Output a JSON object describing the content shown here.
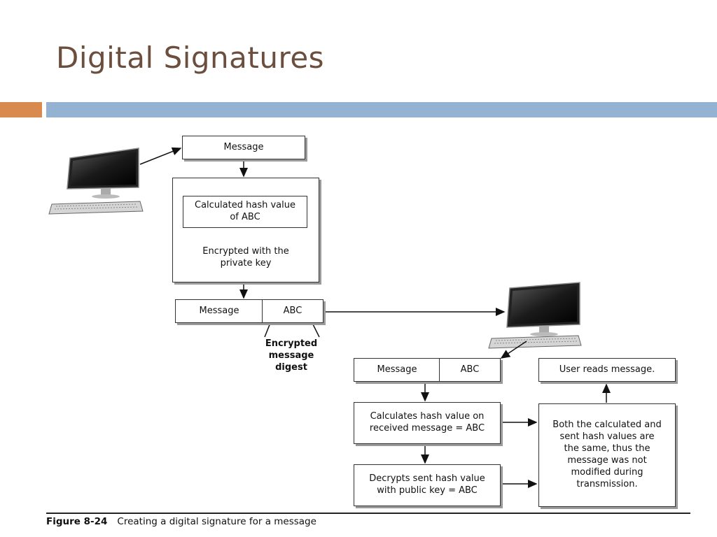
{
  "title": "Digital Signatures",
  "diagram": {
    "message_top": "Message",
    "hash_box": "Calculated hash value of ABC",
    "encrypted_text": "Encrypted with the private key",
    "combo_message": "Message",
    "combo_abc": "ABC",
    "digest_label": "Encrypted message digest",
    "recv_message": "Message",
    "recv_abc": "ABC",
    "user_reads": "User reads message.",
    "calc_hash": "Calculates hash value on received message = ABC",
    "decrypt_hash": "Decrypts sent hash value with public key = ABC",
    "result": "Both the calculated and sent hash values are the same, thus the message was not modified during transmission."
  },
  "caption": {
    "number": "Figure 8-24",
    "text": "Creating a digital signature for a message"
  }
}
